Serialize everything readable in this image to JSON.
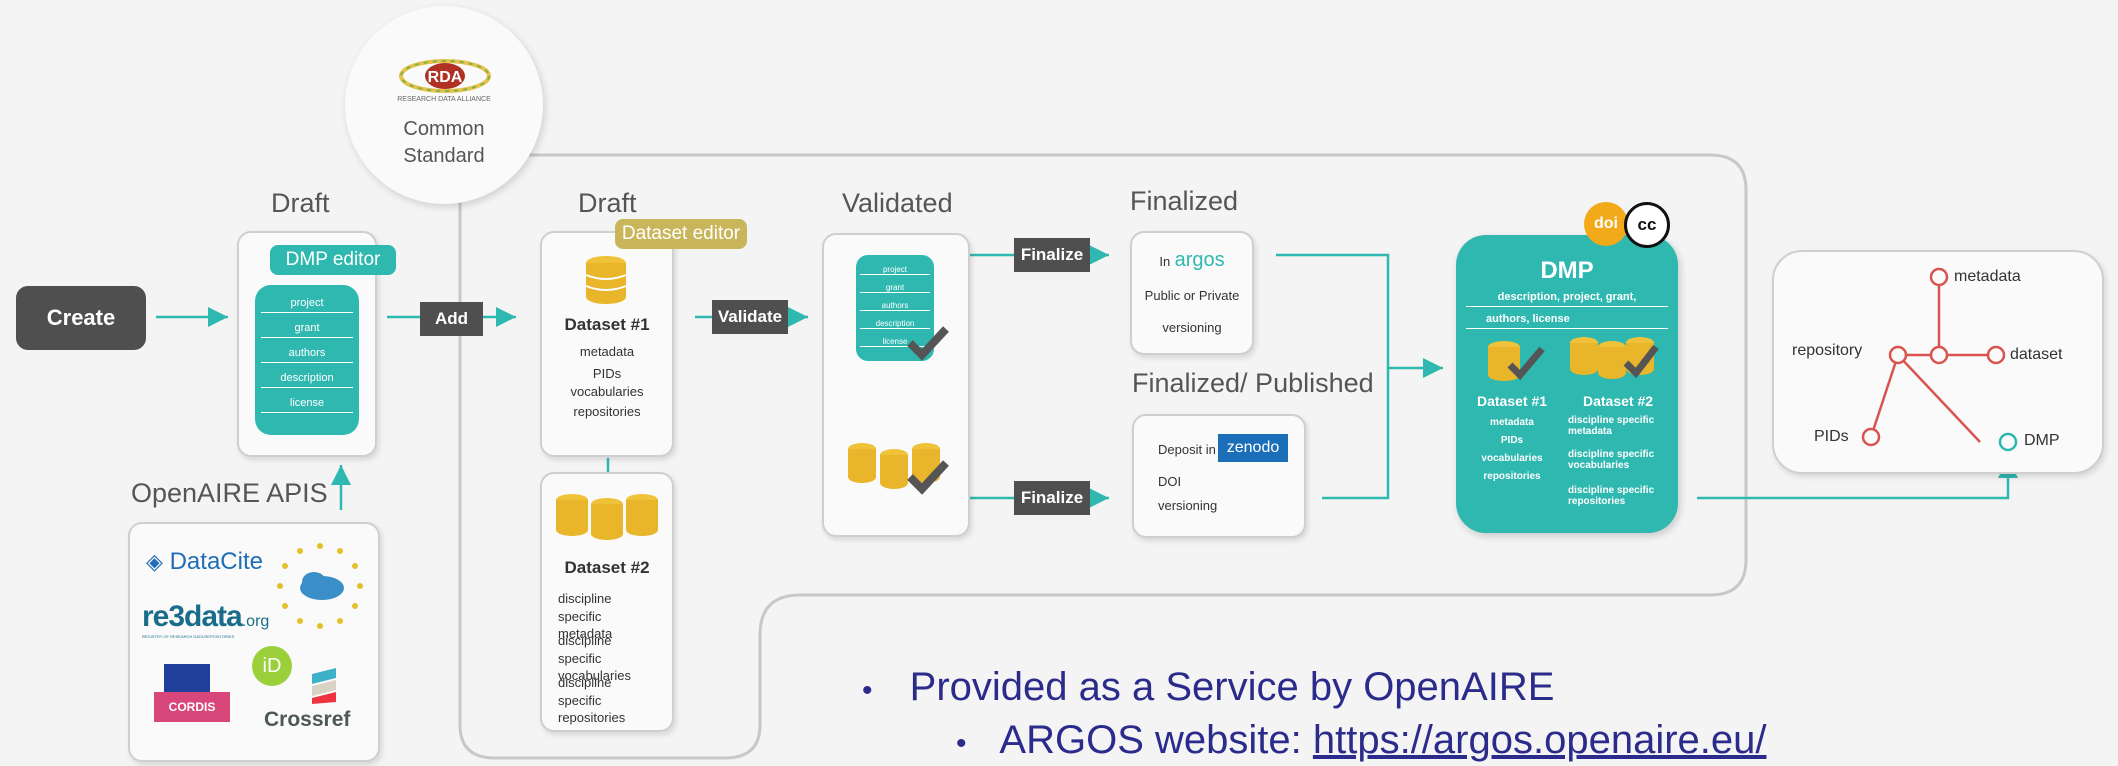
{
  "create_label": "Create",
  "add_label": "Add",
  "validate_label": "Validate",
  "finalize_label": "Finalize",
  "common_standard": {
    "logo": "RDA",
    "logo_sub": "RESEARCH DATA ALLIANCE",
    "line1": "Common",
    "line2": "Standard"
  },
  "draft_label": "Draft",
  "dmp_editor": {
    "tag": "DMP editor",
    "fields": [
      "project",
      "grant",
      "authors",
      "description",
      "license"
    ]
  },
  "dataset_editor": {
    "tag": "Dataset editor",
    "dataset1": {
      "title": "Dataset #1",
      "lines": [
        "metadata",
        "PIDs",
        "vocabularies",
        "repositories"
      ]
    },
    "dataset2": {
      "title": "Dataset #2",
      "lines": [
        "discipline specific metadata",
        "discipline specific vocabularies",
        "discipline specific repositories"
      ]
    }
  },
  "validated_label": "Validated",
  "validated_fields": [
    "project",
    "grant",
    "authors",
    "description",
    "license"
  ],
  "finalized": {
    "label": "Finalized",
    "in_text": "In",
    "argos": "argos",
    "line1": "Public or Private",
    "line2": "versioning"
  },
  "published": {
    "label": "Finalized/ Published",
    "deposit_text": "Deposit in",
    "zenodo": "zenodo",
    "line1": "DOI",
    "line2": "versioning"
  },
  "dmp": {
    "title": "DMP",
    "header_line1": "description, project, grant,",
    "header_line2": "authors, license",
    "dataset1_title": "Dataset #1",
    "dataset1_lines": [
      "metadata",
      "PIDs",
      "vocabularies",
      "repositories"
    ],
    "dataset2_title": "Dataset #2",
    "dataset2_lines": [
      "discipline specific metadata",
      "discipline specific vocabularies",
      "discipline specific repositories"
    ],
    "doi_badge": "doi",
    "cc_badge": "cc"
  },
  "graph": {
    "metadata": "metadata",
    "repository": "repository",
    "dataset": "dataset",
    "pids": "PIDs",
    "dmp": "DMP"
  },
  "openaire_apis": {
    "label": "OpenAIRE APIS",
    "datacite": "DataCite",
    "re3data": "re3data",
    "re3data_suffix": ".org",
    "re3data_sub": "REGISTRY OF RESEARCH DATA REPOSITORIES",
    "cordis": "CORDIS",
    "orcid": "iD",
    "crossref": "Crossref"
  },
  "bullets": [
    {
      "text": "Provided as a Service by OpenAIRE"
    },
    {
      "prefix": "ARGOS website: ",
      "link": "https://argos.openaire.eu/"
    }
  ],
  "colors": {
    "teal": "#2fb8b0",
    "dark_button": "#4f4f4f",
    "gold": "#c9b65a",
    "graph_red": "#d9534f",
    "bullet_blue": "#2b2b8c"
  }
}
